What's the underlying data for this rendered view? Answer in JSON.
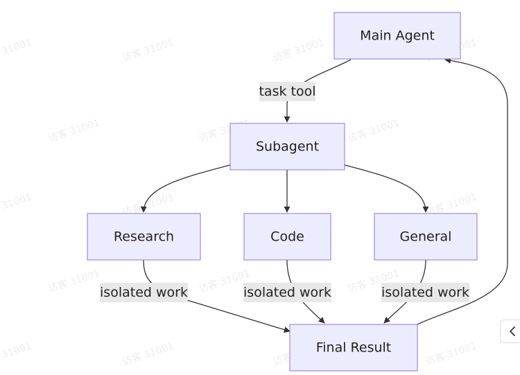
{
  "watermark": {
    "text": "访客 31001"
  },
  "nodes": {
    "main_agent": "Main Agent",
    "subagent": "Subagent",
    "research": "Research",
    "code": "Code",
    "general": "General",
    "final_result": "Final Result"
  },
  "edge_labels": {
    "task_tool": "task tool",
    "isolated_research": "isolated work",
    "isolated_code": "isolated work",
    "isolated_general": "isolated work"
  },
  "colors": {
    "node_fill": "#ECECFF",
    "node_stroke": "#9370DB",
    "edge": "#333333",
    "label_bg": "#e8e8e8"
  },
  "icons": {
    "collapse": "chevron-left-icon"
  }
}
